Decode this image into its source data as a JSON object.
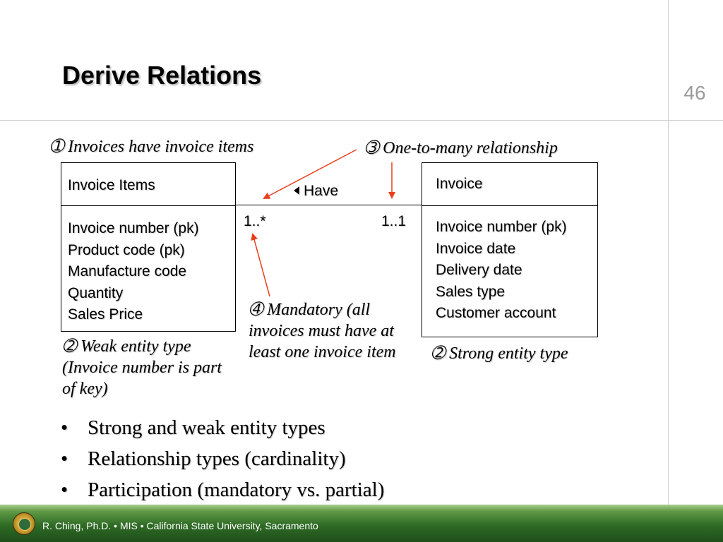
{
  "slide": {
    "title": "Derive Relations",
    "number": "46"
  },
  "annotations": {
    "invoices_have_items": "➀ Invoices have invoice items",
    "one_to_many": "➂ One-to-many relationship",
    "weak_entity": "➁ Weak entity type (Invoice number is part of key)",
    "mandatory": "➃ Mandatory (all invoices must have at least one invoice item",
    "strong_entity": "➁ Strong entity type"
  },
  "entities": {
    "invoice_items": {
      "name": "Invoice Items",
      "attributes": [
        "Invoice number (pk)",
        "Product code (pk)",
        "Manufacture code",
        "Quantity",
        "Sales Price"
      ]
    },
    "invoice": {
      "name": "Invoice",
      "attributes": [
        "Invoice number (pk)",
        "Invoice date",
        "Delivery date",
        "Sales type",
        "Customer account"
      ]
    }
  },
  "relationship": {
    "label": "Have",
    "direction_icon": "triangle-left-icon",
    "cardinality_left": "1..*",
    "cardinality_right": "1..1"
  },
  "bullets": [
    "Strong and weak entity types",
    "Relationship types (cardinality)",
    "Participation (mandatory vs. partial)"
  ],
  "footer": {
    "text": "R. Ching, Ph.D. • MIS  • California State University, Sacramento",
    "seal_icon": "university-seal-icon"
  },
  "colors": {
    "arrow": "#e8401c",
    "footer_green": "#2f6b26",
    "divider_gray": "#d0d0d0",
    "slide_number_gray": "#9a9a9a"
  }
}
